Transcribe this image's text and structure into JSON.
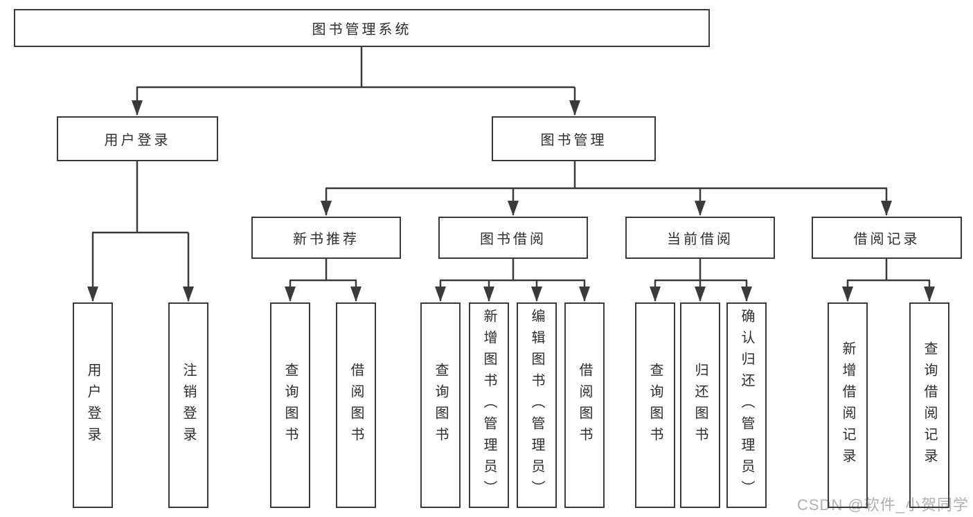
{
  "tree": {
    "label": "图书管理系统",
    "children": [
      {
        "label": "用户登录",
        "children": [
          {
            "label": "用户登录"
          },
          {
            "label": "注销登录"
          }
        ]
      },
      {
        "label": "图书管理",
        "children": [
          {
            "label": "新书推荐",
            "children": [
              {
                "label": "查询图书"
              },
              {
                "label": "借阅图书"
              }
            ]
          },
          {
            "label": "图书借阅",
            "children": [
              {
                "label": "查询图书"
              },
              {
                "label": "新增图书（管理员）"
              },
              {
                "label": "编辑图书（管理员）"
              },
              {
                "label": "借阅图书"
              }
            ]
          },
          {
            "label": "当前借阅",
            "children": [
              {
                "label": "查询图书"
              },
              {
                "label": "归还图书"
              },
              {
                "label": "确认归还（管理员）"
              }
            ]
          },
          {
            "label": "借阅记录",
            "children": [
              {
                "label": "新增借阅记录"
              },
              {
                "label": "查询借阅记录"
              }
            ]
          }
        ]
      }
    ]
  },
  "watermark": "CSDN @软件_小贺同学",
  "colors": {
    "line": "#3a3a3a",
    "text": "#2d2d2d",
    "watermark": "#b0b0b0",
    "background": "#ffffff"
  }
}
